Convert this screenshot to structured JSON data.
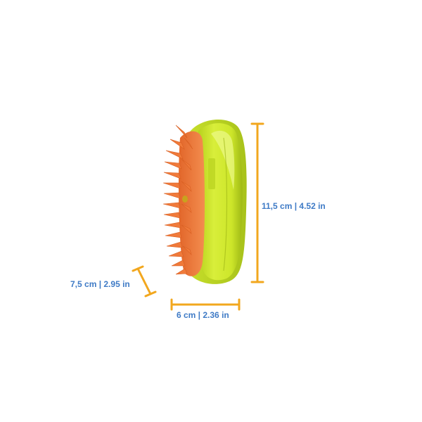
{
  "dimensions": {
    "height": "11,5 cm | 4.52 in",
    "depth": "7,5 cm | 2.95 in",
    "width": "6 cm | 2.36 in"
  },
  "colors": {
    "label": "#3f7bc6",
    "measure_line": "#f2a71e",
    "body_green": "#cde62a",
    "body_green_dark": "#a9c41a",
    "bristle_orange": "#f07a3a",
    "bristle_orange_dark": "#d85f22",
    "background": "#ffffff"
  }
}
